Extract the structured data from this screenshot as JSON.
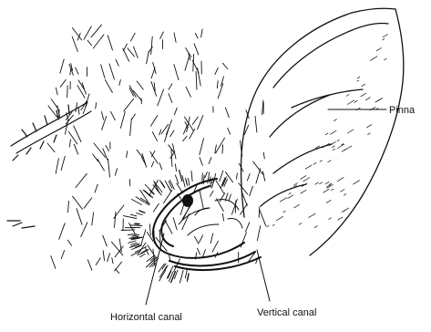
{
  "labels": {
    "pinna": "Pinna",
    "horizontal_canal": "Horizontal canal",
    "vertical_canal": "Vertical canal"
  },
  "colors": {
    "ink": "#111111",
    "background": "#ffffff"
  }
}
